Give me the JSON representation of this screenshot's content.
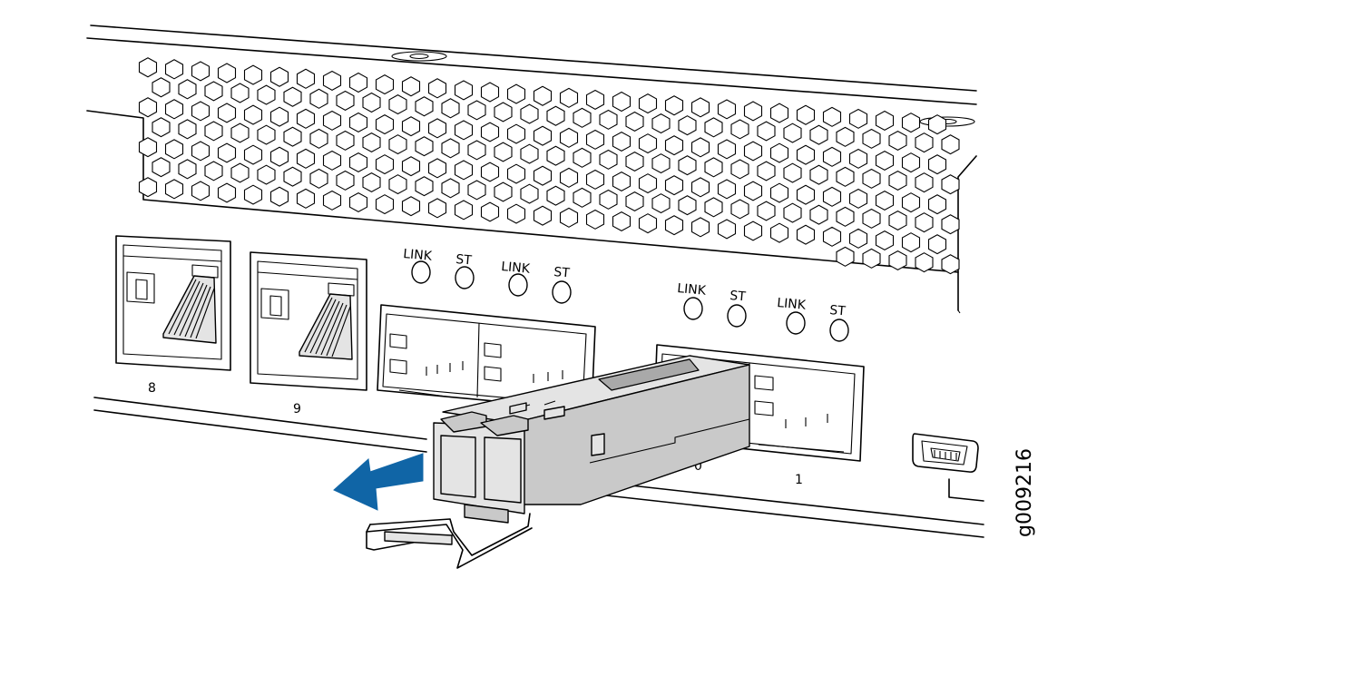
{
  "figure_id": "g009216",
  "led_labels": [
    "LINK",
    "ST",
    "LINK",
    "ST",
    "LINK",
    "ST",
    "LINK",
    "ST"
  ],
  "port_labels": [
    "8",
    "9",
    "0",
    "1"
  ],
  "icons": [
    "removal-arrow-icon",
    "usb-port-icon"
  ],
  "colors": {
    "arrow": "#1065a6",
    "transceiver_body": "#c9c9c9"
  }
}
